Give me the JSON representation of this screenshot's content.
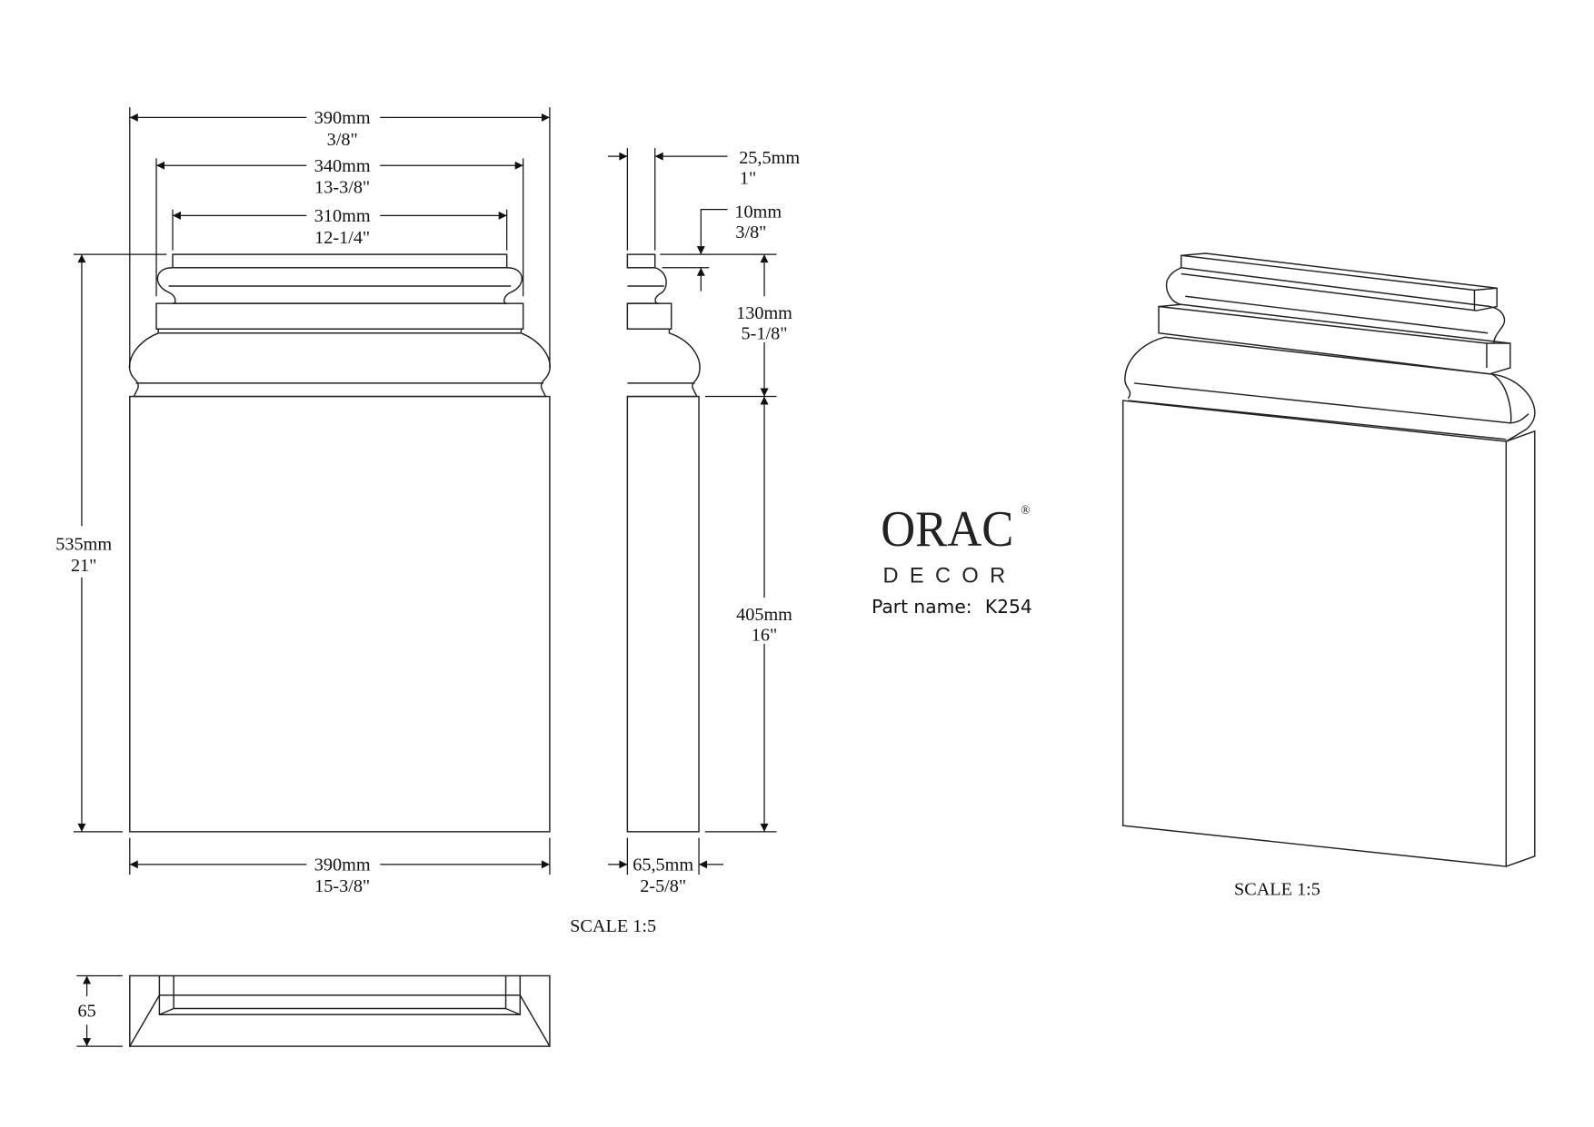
{
  "brand": {
    "name": "ORAC",
    "sub": "DECOR",
    "registered": "®"
  },
  "part": {
    "label": "Part name:",
    "code": "K254"
  },
  "front_view": {
    "top_width": {
      "mm": "390mm",
      "in": "3/8\""
    },
    "plinth_width": {
      "mm": "340mm",
      "in": "13-3/8\""
    },
    "top_cap_width": {
      "mm": "310mm",
      "in": "12-1/4\""
    },
    "height": {
      "mm": "535mm",
      "in": "21\""
    },
    "bottom_width": {
      "mm": "390mm",
      "in": "15-3/8\""
    }
  },
  "side_view": {
    "cap_depth": {
      "mm": "25,5mm",
      "in": "1\""
    },
    "cap_height": {
      "mm": "10mm",
      "in": "3/8\""
    },
    "capital_height": {
      "mm": "130mm",
      "in": "5-1/8\""
    },
    "body_height": {
      "mm": "405mm",
      "in": "16\""
    },
    "depth": {
      "mm": "65,5mm",
      "in": "2-5/8\""
    }
  },
  "plan_view": {
    "depth": "65"
  },
  "scale_label_1": "SCALE  1:5",
  "scale_label_2": "SCALE  1:5"
}
